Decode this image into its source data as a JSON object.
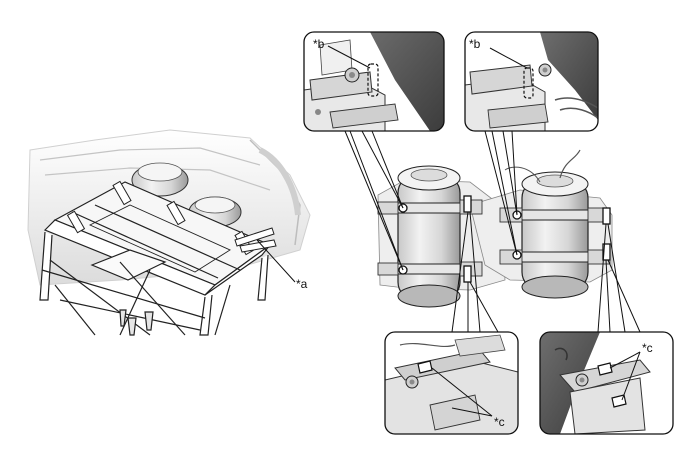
{
  "labels": {
    "a": "*a",
    "b_left": "*b",
    "b_right": "*b",
    "c_left": "*c",
    "c_right": "*c"
  }
}
